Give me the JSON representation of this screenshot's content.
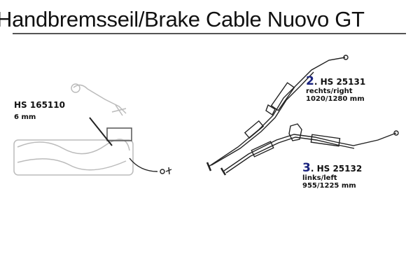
{
  "title": "Handbremsseil/Brake Cable Nuovo GT",
  "parts": [
    {
      "part_no": "HS 165110",
      "spec": "6 mm"
    },
    {
      "index": "2",
      "part_no": ". HS 25131",
      "side": "rechts/right",
      "length": "1020/1280 mm"
    },
    {
      "index": "3",
      "part_no": ". HS 25132",
      "side": "links/left",
      "length": "955/1225 mm"
    }
  ],
  "colors": {
    "index": "#1a237e",
    "line": "#222222"
  }
}
